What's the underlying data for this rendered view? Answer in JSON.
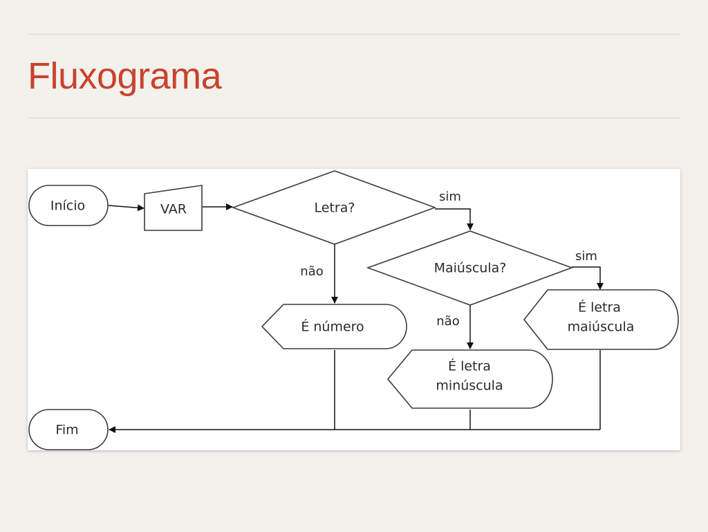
{
  "slide": {
    "title": "Fluxograma"
  },
  "flowchart": {
    "nodes": {
      "inicio": "Início",
      "var": "VAR",
      "letra": "Letra?",
      "maiuscula": "Maiúscula?",
      "numero": "É número",
      "minuscula_line1": "É letra",
      "minuscula_line2": "minúscula",
      "maiuscula_out_line1": "É letra",
      "maiuscula_out_line2": "maiúscula",
      "fim": "Fim"
    },
    "edges": {
      "letra_sim": "sim",
      "letra_nao": "não",
      "maiuscula_sim": "sim",
      "maiuscula_nao": "não"
    }
  },
  "colors": {
    "title": "#c8432f",
    "background": "#f3f1ec",
    "rule": "#d9d5cc",
    "diagram_background": "#ffffff"
  }
}
